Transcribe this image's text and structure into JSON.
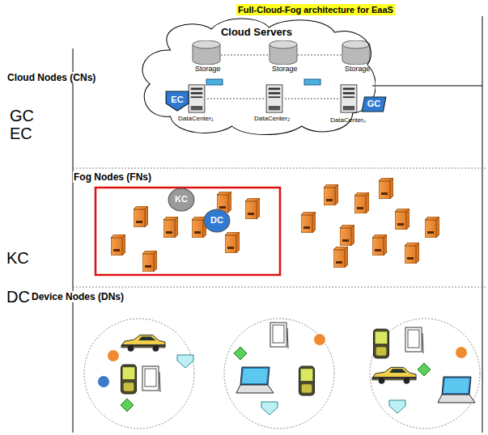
{
  "diagram": {
    "title": "Full-Cloud-Fog architecture for EaaS",
    "nodes": [
      {
        "text": [
          "Cloud Servers"
        ]
      },
      {
        "text": [
          "EC"
        ],
        "in": 0
      },
      {
        "text": [
          "GC"
        ],
        "in": 0
      },
      {
        "text": [
          "KC"
        ]
      },
      {
        "text": [
          "DC"
        ]
      }
    ],
    "labels": [
      "Cloud Nodes (CNs)",
      "GC",
      "EC",
      "Storage",
      "Storage",
      "Storage",
      "DataCenter₁",
      "DataCenter₂",
      "DataCenterₙ",
      "Fog Nodes (FNs)",
      "KC",
      "DC",
      "Device Nodes (DNs)"
    ]
  }
}
